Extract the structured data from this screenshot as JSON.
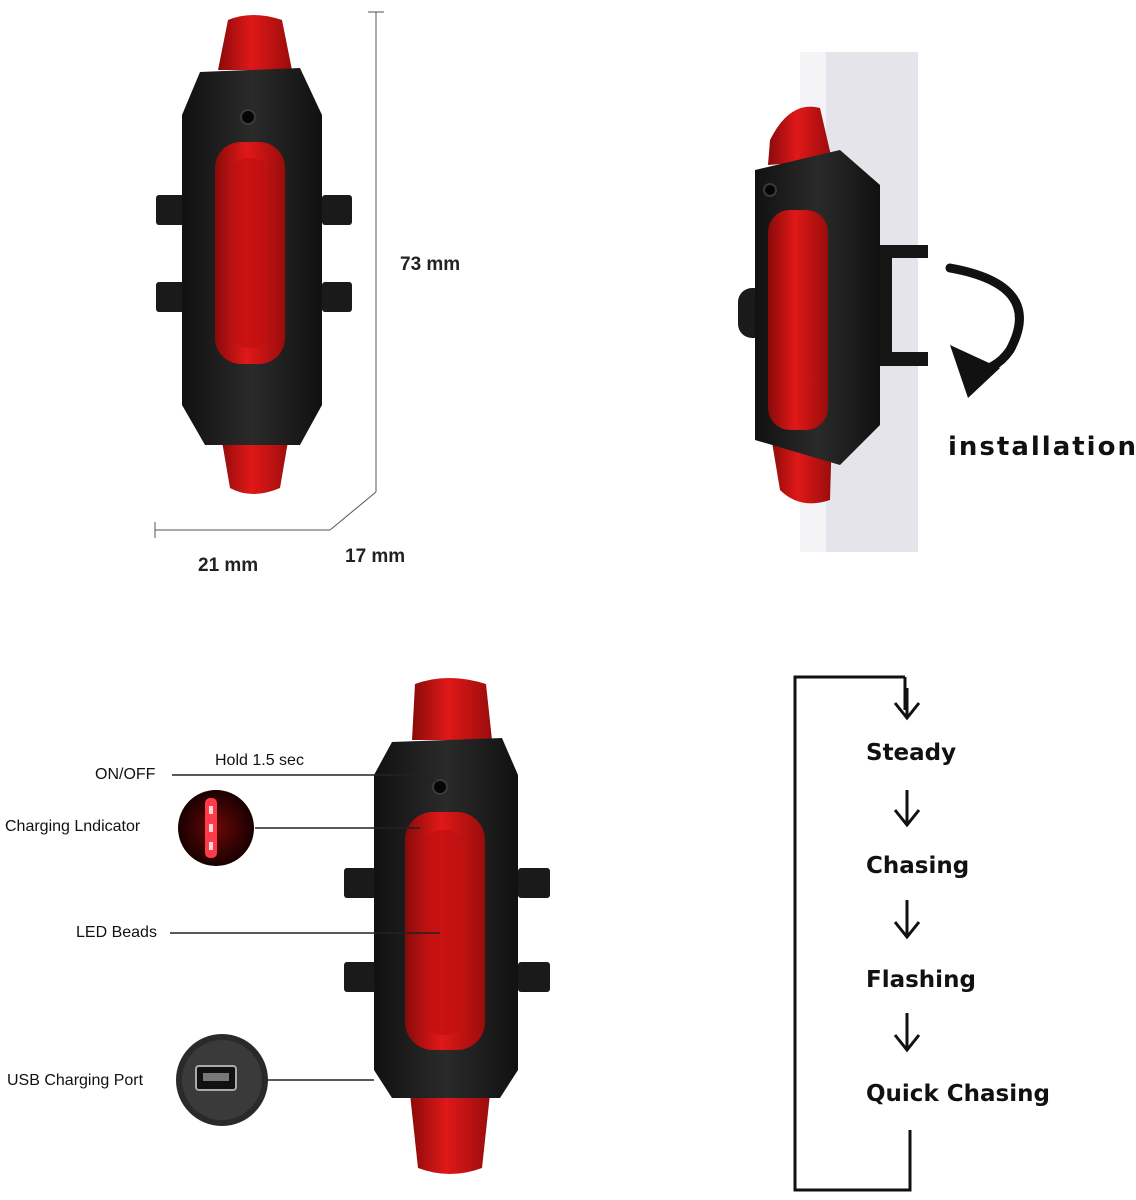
{
  "colors": {
    "body": "#1e1e1e",
    "lens": "#d41414",
    "lens_dark": "#8a0a0a",
    "pole": "#e6e6ea",
    "line": "#333333"
  },
  "dimensions": {
    "height": "73 mm",
    "width": "21 mm",
    "depth": "17 mm"
  },
  "installation": {
    "label": "installation",
    "arrow_icon": "curved-arrow-icon"
  },
  "callouts": {
    "hold": "Hold 1.5 sec",
    "on_off": "ON/OFF",
    "charging_indicator": "Charging Lndicator",
    "led_beads": "LED Beads",
    "usb_port": "USB Charging Port"
  },
  "modes": [
    "Steady",
    "Chasing",
    "Flashing",
    "Quick Chasing"
  ]
}
